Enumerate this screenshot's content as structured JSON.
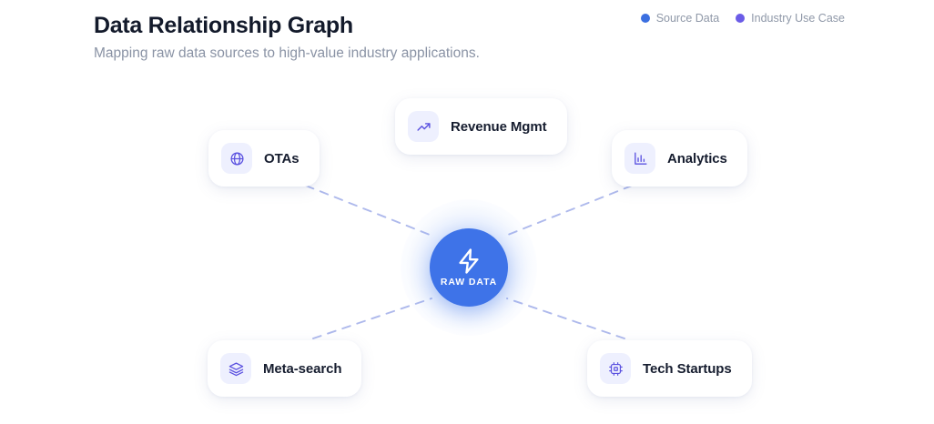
{
  "header": {
    "title": "Data Relationship Graph",
    "subtitle": "Mapping raw data sources to high-value industry applications."
  },
  "legend": {
    "items": [
      {
        "label": "Source Data",
        "color": "#3b6fe0"
      },
      {
        "label": "Industry Use Case",
        "color": "#6b5ce7"
      }
    ]
  },
  "hub": {
    "label": "RAW DATA",
    "icon": "lightning-bolt-icon",
    "color": "#3e73e8"
  },
  "nodes": [
    {
      "label": "OTAs",
      "icon": "globe-icon",
      "category": "Source Data"
    },
    {
      "label": "Revenue Mgmt",
      "icon": "trending-up-icon",
      "category": "Industry Use Case"
    },
    {
      "label": "Analytics",
      "icon": "bar-chart-icon",
      "category": "Industry Use Case"
    },
    {
      "label": "Meta-search",
      "icon": "layers-icon",
      "category": "Source Data"
    },
    {
      "label": "Tech Startups",
      "icon": "cpu-chip-icon",
      "category": "Industry Use Case"
    }
  ],
  "edges": {
    "style": "dashed",
    "color": "#aeb9ec",
    "connections": [
      {
        "from": "OTAs",
        "to": "RAW DATA"
      },
      {
        "from": "Analytics",
        "to": "RAW DATA"
      },
      {
        "from": "Meta-search",
        "to": "RAW DATA"
      },
      {
        "from": "Tech Startups",
        "to": "RAW DATA"
      }
    ]
  }
}
